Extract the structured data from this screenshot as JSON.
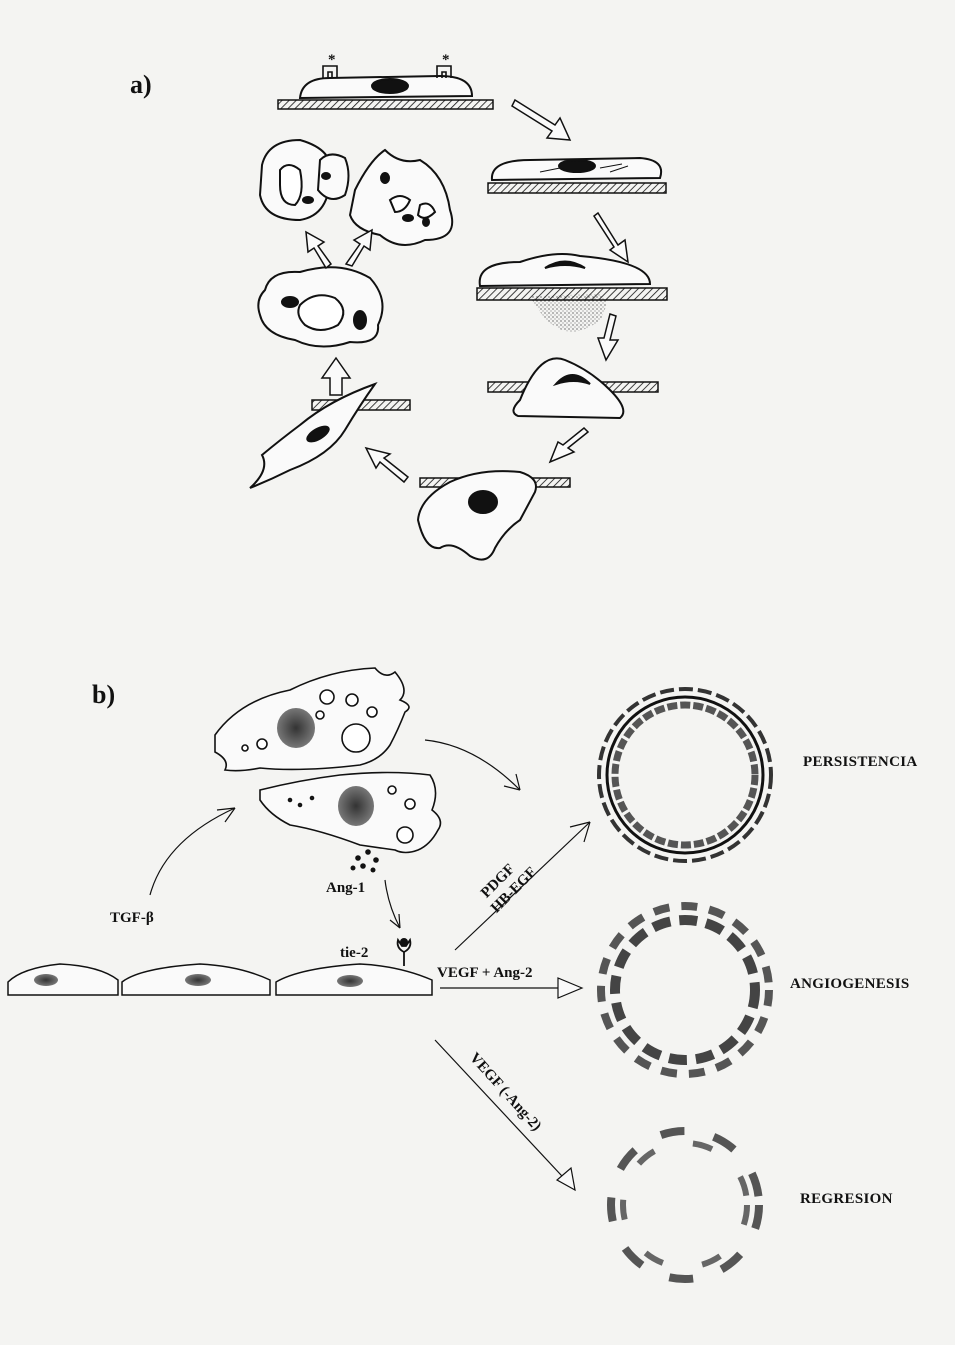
{
  "panel_a": {
    "label": "a)"
  },
  "panel_b": {
    "label": "b)",
    "factors": {
      "tgf": "TGF-β",
      "ang1": "Ang-1",
      "tie2": "tie-2",
      "pdgf": "PDGF",
      "hbegf": "HB-EGF",
      "vegf_ang2": "VEGF + Ang-2",
      "vegf_minus_ang2": "VEGF (-Ang-2)"
    },
    "outcomes": {
      "persistence": "PERSISTENCIA",
      "angiogenesis": "ANGIOGENESIS",
      "regression": "REGRESION"
    }
  },
  "marker_symbol": "*",
  "colors": {
    "ink": "#111111",
    "paper": "#f4f4f2",
    "cell_fill": "#d8d8d8"
  }
}
